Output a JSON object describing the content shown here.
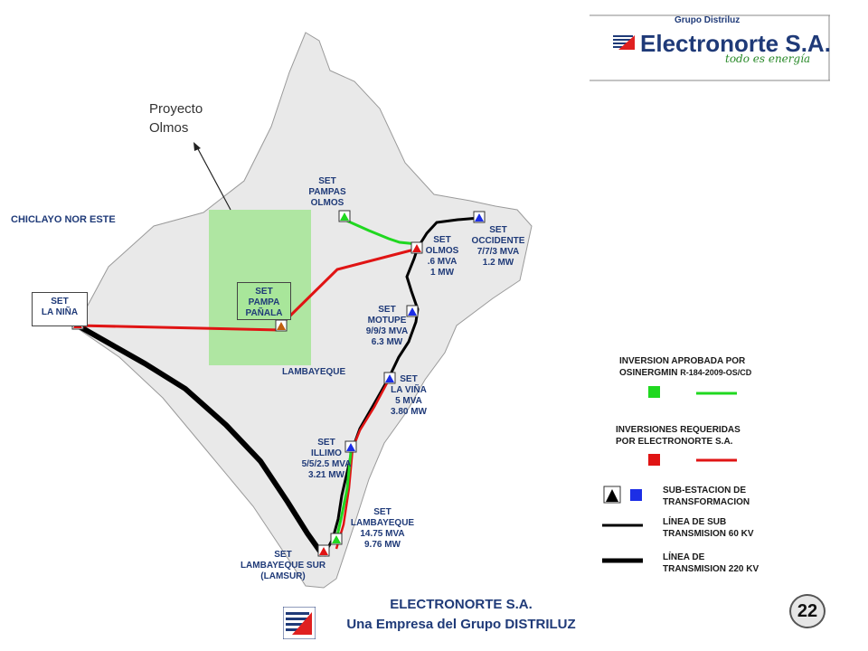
{
  "logo": {
    "group": "Grupo Distriluz",
    "company": "Electronorte S.A.",
    "slogan": "todo es energía"
  },
  "map": {
    "project_label_1": "Proyecto",
    "project_label_2": "Olmos",
    "region_chiclayo": "CHICLAYO NOR ESTE",
    "region_lambayeque": "LAMBAYEQUE",
    "colors": {
      "land": "#e9e9e9",
      "project_area": "#a8e69a",
      "approved": "#20d820",
      "required": "#e01414",
      "line_60kv": "#000000",
      "line_220kv": "#000000",
      "substation_blue": "#1c2ee6"
    },
    "substations": {
      "pampas_olmos": [
        "SET",
        "PAMPAS",
        "OLMOS"
      ],
      "occidente": [
        "SET",
        "OCCIDENTE",
        "7/7/3 MVA",
        "1.2 MW"
      ],
      "olmos": [
        "SET",
        "OLMOS",
        ".6 MVA",
        "1 MW"
      ],
      "la_nina": [
        "SET",
        "LA NIÑA"
      ],
      "pampa_panala": [
        "SET",
        "PAMPA",
        "PAÑALA"
      ],
      "motupe": [
        "SET",
        "MOTUPE",
        "9/9/3 MVA",
        "6.3 MW"
      ],
      "la_vina": [
        "SET",
        "LA VIÑA",
        "5 MVA",
        "3.80 MW"
      ],
      "illimo": [
        "SET",
        "ILLIMO",
        "5/5/2.5 MVA",
        "3.21 MW"
      ],
      "lambayeque": [
        "SET",
        "LAMBAYEQUE",
        "14.75 MVA",
        "9.76 MW"
      ],
      "lambayeque_sur": [
        "SET",
        "LAMBAYEQUE SUR",
        "(LAMSUR)"
      ]
    }
  },
  "legend": {
    "approved_1": "INVERSION APROBADA POR",
    "approved_2": "OSINERGMIN",
    "approved_ref": "R-184-2009-OS/CD",
    "required_1": "INVERSIONES REQUERIDAS",
    "required_2": "POR ELECTRONORTE S.A.",
    "substation_1": "SUB-ESTACION DE",
    "substation_2": "TRANSFORMACION",
    "line60_1": "LÍNEA DE SUB",
    "line60_2": "TRANSMISION  60 KV",
    "line220_1": "LÍNEA DE",
    "line220_2": "TRANSMISION  220 KV"
  },
  "footer": {
    "line1": "ELECTRONORTE  S.A.",
    "line2": "Una Empresa del Grupo DISTRILUZ",
    "page": "22"
  }
}
